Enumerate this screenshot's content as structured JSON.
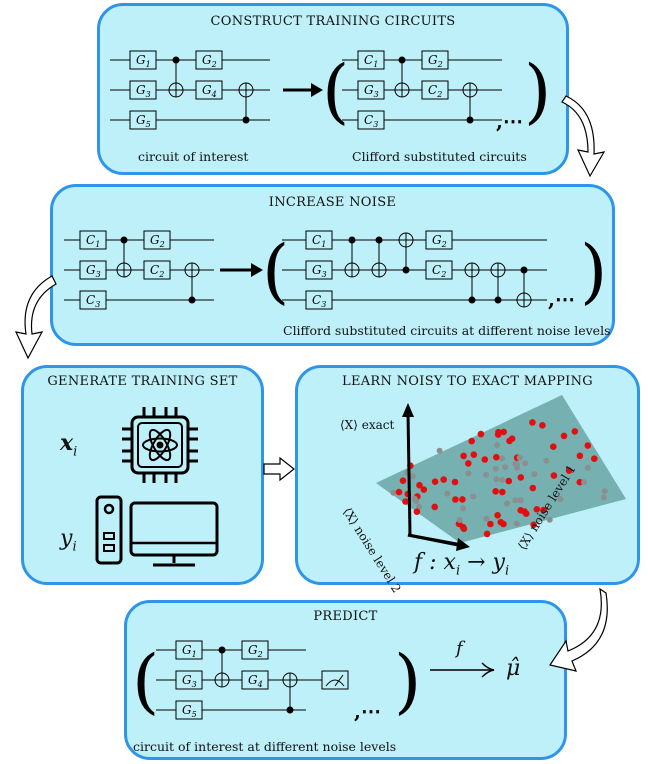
{
  "panels": {
    "construct": {
      "title": "CONSTRUCT TRAINING CIRCUITS",
      "caption_left": "circuit of interest",
      "caption_right": "Clifford substituted circuits",
      "left_gates": {
        "g1": "G",
        "g1s": "1",
        "g2": "G",
        "g2s": "2",
        "g3": "G",
        "g3s": "3",
        "g4": "G",
        "g4s": "4",
        "g5": "G",
        "g5s": "5"
      },
      "right_gates": {
        "g1": "C",
        "g1s": "1",
        "g2": "G",
        "g2s": "2",
        "g3": "G",
        "g3s": "3",
        "g4": "C",
        "g4s": "2",
        "g5": "C",
        "g5s": "3"
      },
      "ellipsis": ",⋯"
    },
    "noise": {
      "title": "INCREASE NOISE",
      "caption": "Clifford substituted circuits at different noise levels",
      "left_gates": {
        "g1": "C",
        "g1s": "1",
        "g2": "G",
        "g2s": "2",
        "g3": "G",
        "g3s": "3",
        "g4": "C",
        "g4s": "2",
        "g5": "C",
        "g5s": "3"
      },
      "ellipsis": ",⋯"
    },
    "generate": {
      "title": "GENERATE TRAINING SET",
      "x_label": "x",
      "x_sub": "i",
      "y_label": "y",
      "y_sub": "i"
    },
    "learn": {
      "title": "LEARN NOISY TO EXACT MAPPING",
      "axis_exact": "⟨X⟩ exact",
      "axis_noise2": "⟨X⟩ noise level 2",
      "axis_noise1": "⟨X⟩ noise level 1",
      "mapping": "f : x",
      "mapping_sub": "i",
      "mapping_arrow": "→ y",
      "mapping_sub2": "i"
    },
    "predict": {
      "title": "PREDICT",
      "caption": "circuit of interest at different noise levels",
      "gates": {
        "g1": "G",
        "g1s": "1",
        "g2": "G",
        "g2s": "2",
        "g3": "G",
        "g3s": "3",
        "g4": "G",
        "g4s": "4",
        "g5": "G",
        "g5s": "5"
      },
      "ellipsis": ",⋯",
      "f_label": "f",
      "mu_hat": "μ̂"
    }
  },
  "colors": {
    "panel_fill": "#bdf0f8",
    "panel_border": "#2e95e8",
    "plane": "#6fa8a8",
    "point_red": "#e01010",
    "point_grey": "#8a8f8f"
  }
}
